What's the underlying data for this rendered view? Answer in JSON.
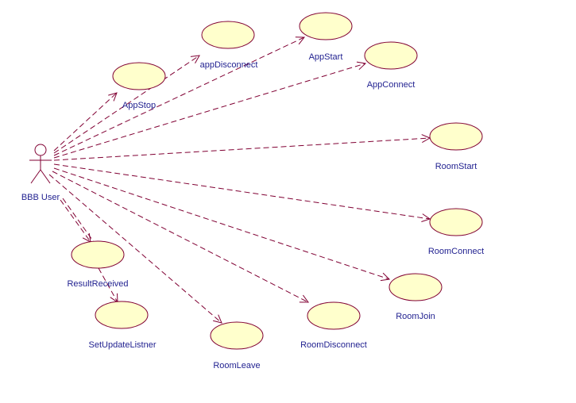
{
  "diagram": {
    "type": "use-case",
    "colors": {
      "line": "#800033",
      "ellipse_fill": "#ffffcc",
      "ellipse_stroke": "#800033",
      "label": "#1f1f8f",
      "actor": "#800033"
    },
    "actor": {
      "label": "BBB User"
    },
    "use_cases": [
      {
        "id": "appstop",
        "label": "AppStop"
      },
      {
        "id": "appdisconnect",
        "label": "appDisconnect"
      },
      {
        "id": "appstart",
        "label": "AppStart"
      },
      {
        "id": "appconnect",
        "label": "AppConnect"
      },
      {
        "id": "roomstart",
        "label": "RoomStart"
      },
      {
        "id": "roomconnect",
        "label": "RoomConnect"
      },
      {
        "id": "roomjoin",
        "label": "RoomJoin"
      },
      {
        "id": "roomdisconnect",
        "label": "RoomDisconnect"
      },
      {
        "id": "roomleave",
        "label": "RoomLeave"
      },
      {
        "id": "resultreceived",
        "label": "ResultReceived"
      },
      {
        "id": "setupdatelistner",
        "label": "SetUpdateListner"
      }
    ],
    "relations": [
      {
        "from": "actor",
        "to": "appstop"
      },
      {
        "from": "actor",
        "to": "appdisconnect"
      },
      {
        "from": "actor",
        "to": "appstart"
      },
      {
        "from": "actor",
        "to": "appconnect"
      },
      {
        "from": "actor",
        "to": "roomstart"
      },
      {
        "from": "actor",
        "to": "roomconnect"
      },
      {
        "from": "actor",
        "to": "roomjoin"
      },
      {
        "from": "actor",
        "to": "roomdisconnect"
      },
      {
        "from": "actor",
        "to": "roomleave"
      },
      {
        "from": "actor",
        "to": "resultreceived"
      },
      {
        "from": "resultreceived",
        "to": "setupdatelistner"
      }
    ]
  }
}
